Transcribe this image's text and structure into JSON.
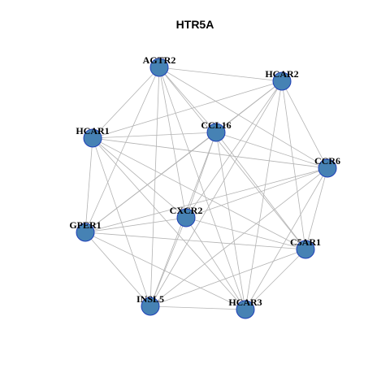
{
  "title": "HTR5A",
  "colors": {
    "node_fill": "#4682b4",
    "node_stroke": "#1f3fb8",
    "edge": "#b3b3b3"
  },
  "nodes": [
    {
      "id": "AGTR2",
      "label": "AGTR2"
    },
    {
      "id": "HCAR2",
      "label": "HCAR2"
    },
    {
      "id": "CCL16",
      "label": "CCL16"
    },
    {
      "id": "HCAR1",
      "label": "HCAR1"
    },
    {
      "id": "CCR6",
      "label": "CCR6"
    },
    {
      "id": "CXCR2",
      "label": "CXCR2"
    },
    {
      "id": "GPER1",
      "label": "GPER1"
    },
    {
      "id": "C5AR1",
      "label": "C5AR1"
    },
    {
      "id": "INSL5",
      "label": "INSL5"
    },
    {
      "id": "HCAR3",
      "label": "HCAR3"
    }
  ],
  "edges": [
    [
      "AGTR2",
      "HCAR2"
    ],
    [
      "AGTR2",
      "HCAR1"
    ],
    [
      "AGTR2",
      "CCL16"
    ],
    [
      "AGTR2",
      "CCR6"
    ],
    [
      "AGTR2",
      "CXCR2"
    ],
    [
      "AGTR2",
      "GPER1"
    ],
    [
      "AGTR2",
      "C5AR1"
    ],
    [
      "AGTR2",
      "INSL5"
    ],
    [
      "AGTR2",
      "HCAR3"
    ],
    [
      "HCAR2",
      "HCAR1"
    ],
    [
      "HCAR2",
      "CCL16"
    ],
    [
      "HCAR2",
      "CCR6"
    ],
    [
      "HCAR2",
      "CXCR2"
    ],
    [
      "HCAR2",
      "GPER1"
    ],
    [
      "HCAR2",
      "C5AR1"
    ],
    [
      "HCAR2",
      "INSL5"
    ],
    [
      "HCAR2",
      "HCAR3"
    ],
    [
      "HCAR1",
      "CCL16"
    ],
    [
      "HCAR1",
      "CCR6"
    ],
    [
      "HCAR1",
      "CXCR2"
    ],
    [
      "HCAR1",
      "GPER1"
    ],
    [
      "HCAR1",
      "C5AR1"
    ],
    [
      "HCAR1",
      "INSL5"
    ],
    [
      "HCAR1",
      "HCAR3"
    ],
    [
      "CCL16",
      "CCR6"
    ],
    [
      "CCL16",
      "CXCR2"
    ],
    [
      "CCL16",
      "GPER1"
    ],
    [
      "CCL16",
      "C5AR1"
    ],
    [
      "CCL16",
      "INSL5"
    ],
    [
      "CCL16",
      "HCAR3"
    ],
    [
      "CCR6",
      "CXCR2"
    ],
    [
      "CCR6",
      "GPER1"
    ],
    [
      "CCR6",
      "C5AR1"
    ],
    [
      "CCR6",
      "INSL5"
    ],
    [
      "CCR6",
      "HCAR3"
    ],
    [
      "CXCR2",
      "GPER1"
    ],
    [
      "CXCR2",
      "C5AR1"
    ],
    [
      "CXCR2",
      "INSL5"
    ],
    [
      "CXCR2",
      "HCAR3"
    ],
    [
      "GPER1",
      "C5AR1"
    ],
    [
      "GPER1",
      "INSL5"
    ],
    [
      "GPER1",
      "HCAR3"
    ],
    [
      "C5AR1",
      "INSL5"
    ],
    [
      "C5AR1",
      "HCAR3"
    ],
    [
      "INSL5",
      "HCAR3"
    ]
  ]
}
